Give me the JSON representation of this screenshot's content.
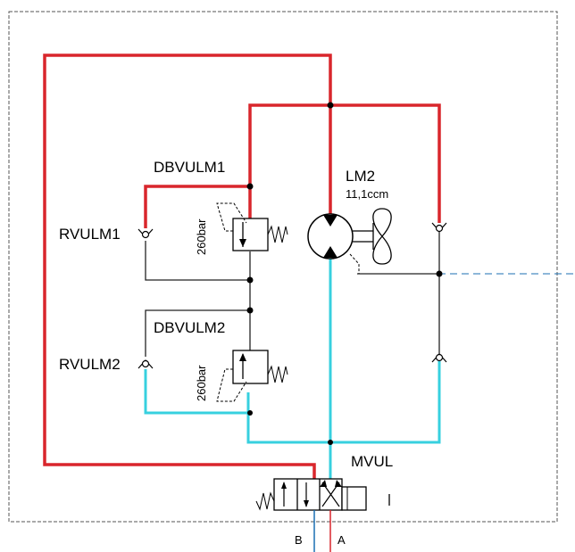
{
  "labels": {
    "relief_valve_1": "DBVULM1",
    "relief_valve_2": "DBVULM2",
    "check_valve_1": "RVULM1",
    "check_valve_2": "RVULM2",
    "motor": "LM2",
    "motor_displacement": "11,1ccm",
    "pressure_1": "260bar",
    "pressure_2": "260bar",
    "directional_valve": "MVUL",
    "port_b": "B",
    "port_a": "A"
  },
  "colors": {
    "pressure_line": "#d9262c",
    "return_line": "#37d0df",
    "tank_line": "#222222",
    "pilot_line": "#1b6fb3",
    "border": "#555555"
  }
}
